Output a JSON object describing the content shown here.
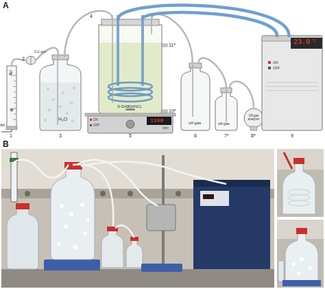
{
  "diagram": {
    "nodes": [
      {
        "text": [
          "Air"
        ]
      },
      {
        "text": [
          "0.2 µm"
        ]
      },
      {
        "text": [
          "H₂O"
        ]
      },
      {
        "text": [
          "S-DAB(HNC)"
        ]
      },
      {
        "text": [
          "1100",
          "rpm",
          "ON",
          "OFF"
        ]
      },
      {
        "text": [
          "off-gas"
        ]
      },
      {
        "text": [
          "off-gas"
        ]
      },
      {
        "text": [
          "Off-gas analyzer"
        ]
      },
      {
        "text": [
          "23.0",
          "°C",
          "ON",
          "OFF"
        ]
      }
    ],
    "edges": [
      {
        "from": 0,
        "to": 1,
        "arrow": "none"
      },
      {
        "from": 1,
        "to": 2,
        "arrow": "none"
      },
      {
        "from": 2,
        "to": 3,
        "arrow": "none"
      },
      {
        "from": 3,
        "to": 5,
        "arrow": "none"
      },
      {
        "from": 5,
        "to": 6,
        "arrow": "none"
      },
      {
        "from": 6,
        "to": 7,
        "arrow": "none"
      },
      {
        "from": 8,
        "to": 3,
        "arrow": "none"
      },
      {
        "from": 8,
        "to": 3,
        "arrow": "none"
      }
    ],
    "labels": [
      "A",
      "Air",
      "1",
      "2",
      "3",
      "4",
      "5",
      "6",
      "7*",
      "8*",
      "9",
      "10*",
      "11*",
      "B"
    ]
  }
}
